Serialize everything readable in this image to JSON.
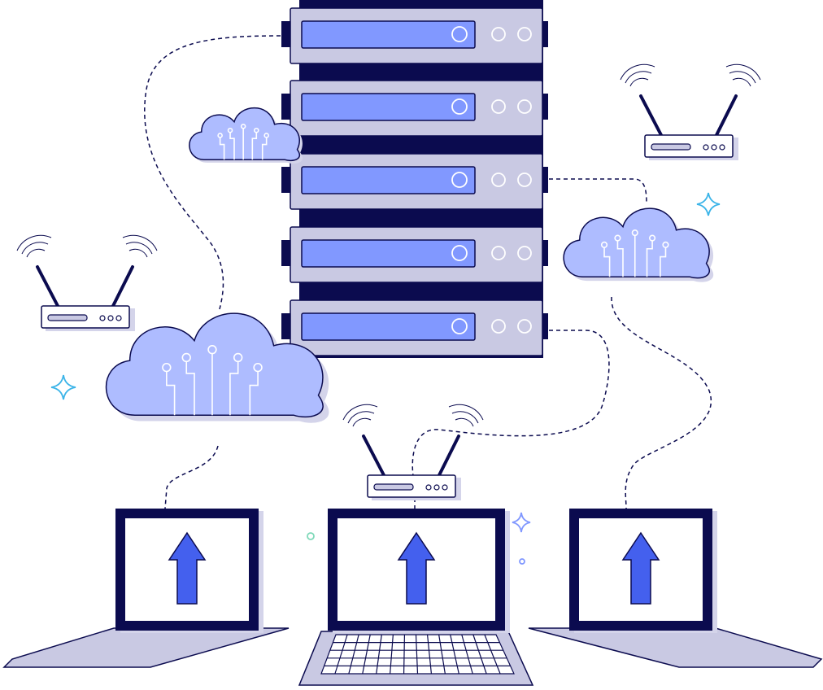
{
  "illustration": {
    "subject": "network",
    "colors": {
      "navy": "#0b0b4f",
      "server_body": "#c9c9e3",
      "server_panel": "#8198ff",
      "cloud": "#aebcff",
      "cloud_shadow": "#d4d4ea",
      "arrow": "#4460ee",
      "sparkle": "#3bb4e8",
      "laptop_base": "#c9c9e3",
      "white": "#ffffff"
    },
    "server_units": 5,
    "routers": 3,
    "laptops": 3,
    "clouds": 3
  }
}
